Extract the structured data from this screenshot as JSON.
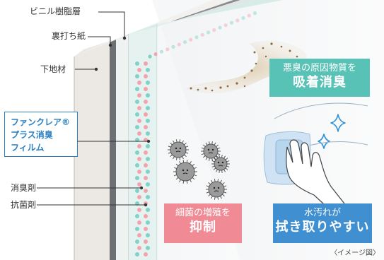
{
  "labels": {
    "vinyl_layer": "ビニル樹脂層",
    "backing_paper": "裏打ち紙",
    "substrate": "下地材",
    "deodorant": "消臭剤",
    "antibacterial": "抗菌剤"
  },
  "brand": {
    "line1": "ファンクレア®",
    "line2": "プラス消臭",
    "line3": "フィルム"
  },
  "badges": {
    "odor": {
      "line1": "悪臭の原因物質を",
      "line2": "吸着消臭"
    },
    "bacteria": {
      "line1": "細菌の増殖を",
      "line2": "抑制"
    },
    "wipe": {
      "line1": "水汚れが",
      "line2": "拭き取りやすい"
    }
  },
  "note": "〈イメージ図〉",
  "colors": {
    "teal": "#59c2b6",
    "pink": "#f08b96",
    "blue": "#3f8fd1",
    "brand_blue": "#2b7fc0"
  }
}
